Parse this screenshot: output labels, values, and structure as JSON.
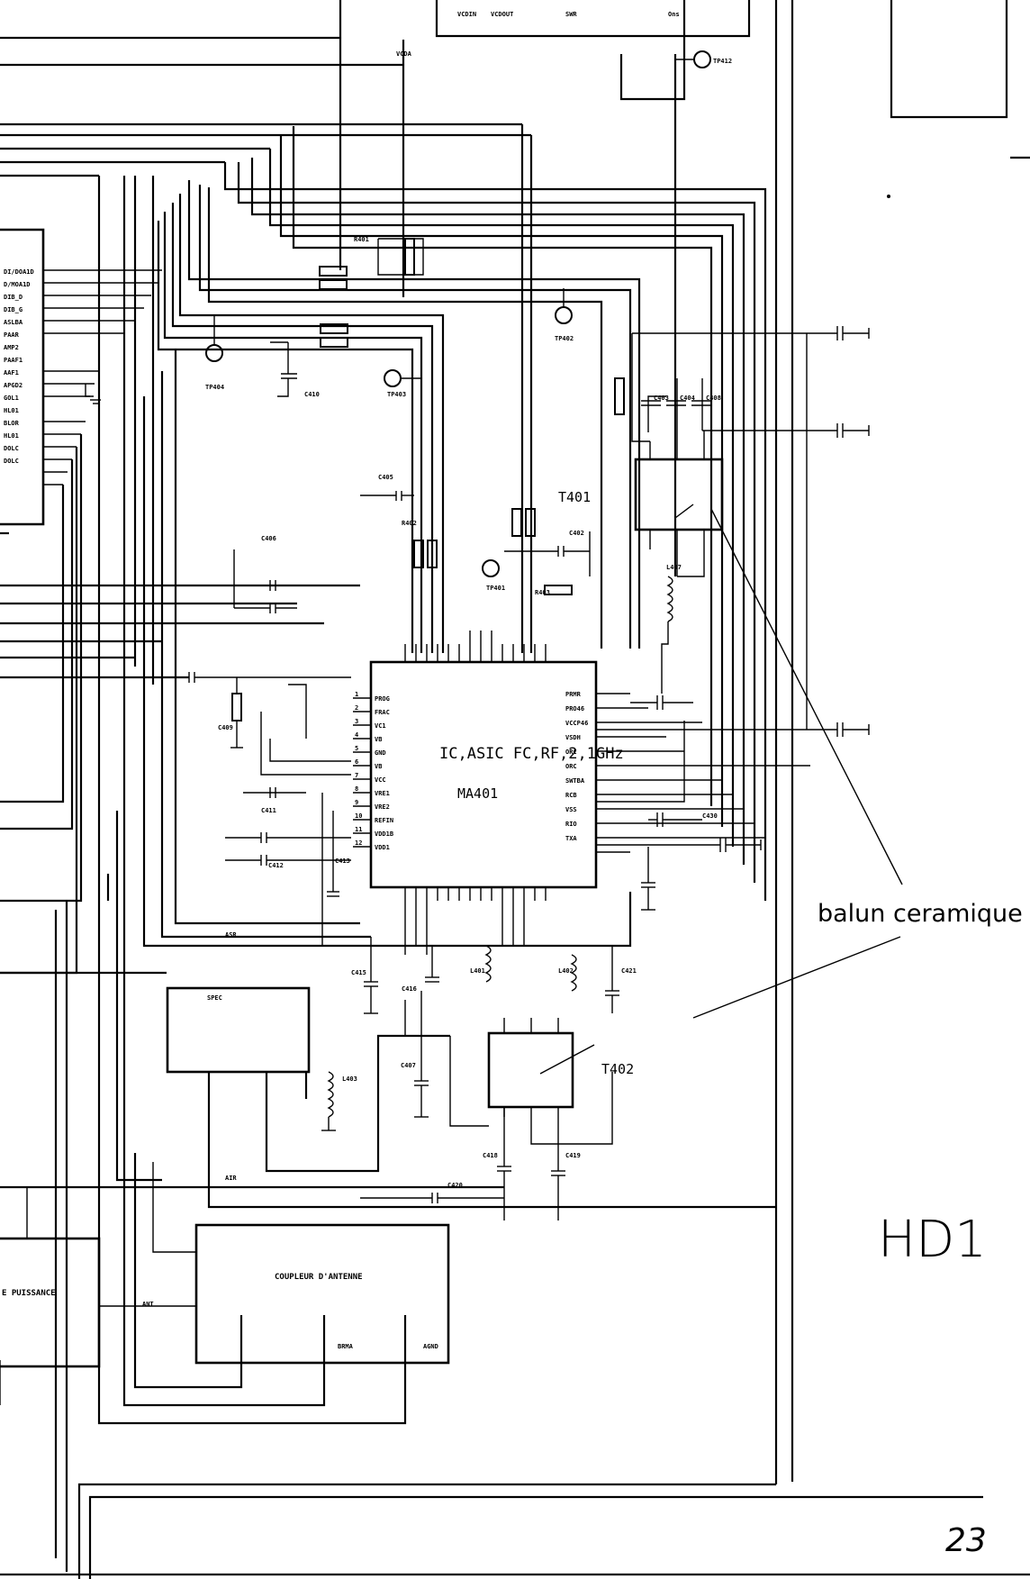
{
  "sheet": {
    "name": "HD1",
    "page_number": "23",
    "handwritten_note": "balun ceramique"
  },
  "main_ic": {
    "description": "IC,ASIC FC,RF,2,1GHz",
    "refdes": "MA401"
  },
  "transformers": [
    "T401",
    "T402"
  ],
  "blocks": {
    "coupler": "COUPLEUR D'ANTENNE",
    "power_amp_fragment": "E PUISSANCE"
  },
  "test_points": [
    "TP412",
    "TP401",
    "TP402",
    "TP403",
    "TP404"
  ],
  "components": {
    "capacitors": [
      "C410",
      "C405",
      "C406",
      "C402",
      "C403",
      "C404",
      "C408",
      "C409",
      "C411",
      "C412",
      "C413",
      "C415",
      "C416",
      "C407",
      "C418",
      "C419",
      "C420",
      "C421",
      "C430"
    ],
    "inductors": [
      "L401",
      "L402",
      "L403",
      "L407"
    ],
    "resistors": [
      "R401",
      "R402",
      "R403"
    ]
  },
  "left_connector_pins": [
    "DI/DOA1D",
    "D/MOA1D",
    "DIB_D",
    "DIB_G",
    "ASLBA",
    "PAAR",
    "AMP2",
    "PAAF1",
    "AAF1",
    "APGD2",
    "GOL1",
    "HL01",
    "BLOR",
    "HL01",
    "DOLC",
    "DOLC"
  ],
  "ic_pins_left": [
    "PROG",
    "FRAC",
    "VC1",
    "VB",
    "GND",
    "VB",
    "VCC",
    "VRE1",
    "VRE2",
    "REFIN",
    "VDD1B",
    "VDD1"
  ],
  "ic_pins_right": [
    "PRMR",
    "PRO46",
    "VCCP46",
    "VSDH",
    "ORC",
    "ORC",
    "SWTBA",
    "RCB",
    "VSS",
    "RIO",
    "TXA"
  ],
  "net_labels": [
    "VCDIN",
    "VCDOUT",
    "SWR",
    "Ons",
    "VCDA",
    "AIR",
    "ASR",
    "SPEC",
    "ANT",
    "BRMA",
    "AGND"
  ]
}
